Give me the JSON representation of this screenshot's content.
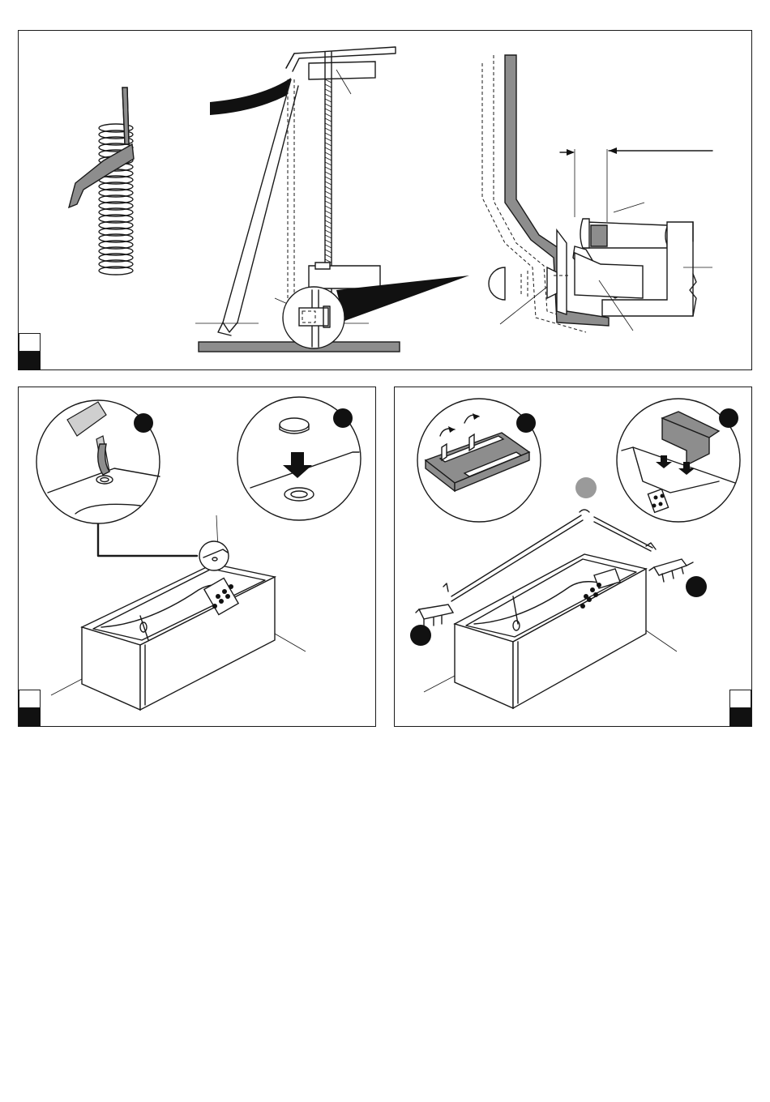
{
  "figures": [
    {
      "id": "top",
      "steps": []
    },
    {
      "id": "bottom-left",
      "steps": []
    },
    {
      "id": "bottom-right",
      "steps": []
    }
  ],
  "colors": {
    "line": "#1a1a1a",
    "fill_dark": "#111111",
    "fill_grey": "#8d8d8d",
    "fill_light": "#cfcfcf",
    "marker_grey": "#9a9a9a"
  },
  "icons": [
    "threaded-pipe-icon",
    "clip-bracket-icon",
    "silicone-tube-icon",
    "cap-plug-icon",
    "down-arrow-icon",
    "magnifier-callout-icon",
    "bathtub-icon",
    "profile-rail-icon",
    "corner-clip-icon"
  ]
}
